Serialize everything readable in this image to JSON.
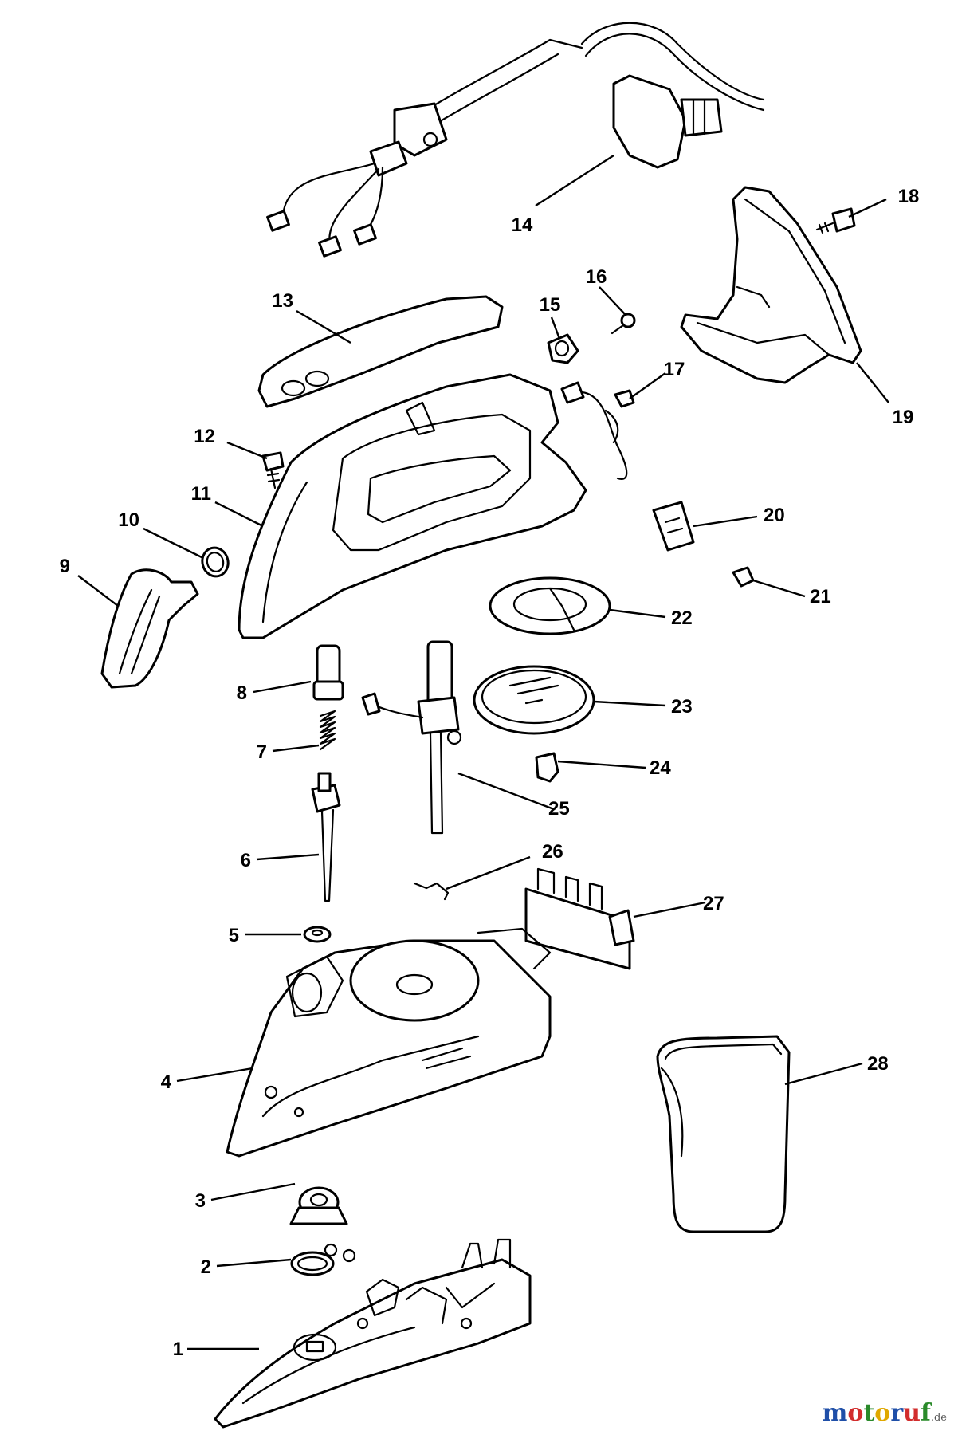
{
  "diagram": {
    "part_labels": [
      "1",
      "2",
      "3",
      "4",
      "5",
      "6",
      "7",
      "8",
      "9",
      "10",
      "11",
      "12",
      "13",
      "14",
      "15",
      "16",
      "17",
      "18",
      "19",
      "20",
      "21",
      "22",
      "23",
      "24",
      "25",
      "26",
      "27",
      "28"
    ]
  },
  "watermark": {
    "letters": [
      "m",
      "o",
      "t",
      "o",
      "r",
      "u",
      "f"
    ],
    "colors": [
      "#1f4fa8",
      "#d22d2d",
      "#2a8a2a",
      "#e0a800",
      "#1f4fa8",
      "#d22d2d",
      "#2a8a2a"
    ],
    "suffix": ".de"
  }
}
